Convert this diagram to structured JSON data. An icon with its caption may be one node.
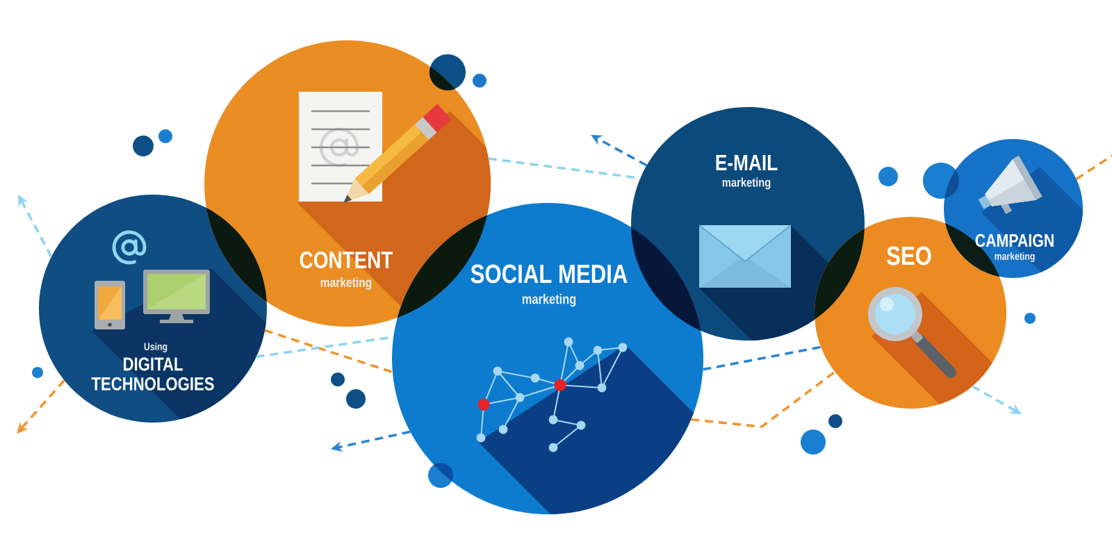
{
  "diagram": {
    "nodes": [
      {
        "text": [
          "Using",
          "DIGITAL TECHNOLOGIES"
        ]
      },
      {
        "text": [
          "CONTENT",
          "marketing"
        ]
      },
      {
        "text": [
          "SOCIAL MEDIA",
          "marketing"
        ]
      },
      {
        "text": [
          "E-MAIL",
          "marketing"
        ]
      },
      {
        "text": [
          "SEO"
        ]
      },
      {
        "text": [
          "CAMPAIGN",
          "marketing"
        ]
      }
    ],
    "edges": [
      {
        "from": 0,
        "to": null,
        "arrow": "to",
        "style": "dashed",
        "color": "#8fd3f0"
      },
      {
        "from": 0,
        "to": null,
        "arrow": "to",
        "style": "dashed",
        "color": "#f0952e"
      },
      {
        "from": 0,
        "to": 2,
        "arrow": "none",
        "style": "dashed",
        "color": "#f0952e"
      },
      {
        "from": 0,
        "to": 2,
        "arrow": "none",
        "style": "dashed",
        "color": "#8fd3f0"
      },
      {
        "from": 1,
        "to": 3,
        "arrow": "none",
        "style": "dashed",
        "color": "#8fd3f0"
      },
      {
        "from": 3,
        "to": null,
        "arrow": "to",
        "style": "dashed",
        "color": "#2a84d2"
      },
      {
        "from": 2,
        "to": null,
        "arrow": "to",
        "style": "dashed",
        "color": "#2a84d2"
      },
      {
        "from": 2,
        "to": 4,
        "arrow": "none",
        "style": "dashed",
        "color": "#2a84d2"
      },
      {
        "from": 2,
        "to": 4,
        "arrow": "none",
        "style": "dashed",
        "color": "#f0952e"
      },
      {
        "from": 4,
        "to": null,
        "arrow": "to",
        "style": "dashed",
        "color": "#8fd3f0"
      },
      {
        "from": 5,
        "to": null,
        "arrow": "none",
        "style": "dashed",
        "color": "#f0952e"
      }
    ]
  }
}
